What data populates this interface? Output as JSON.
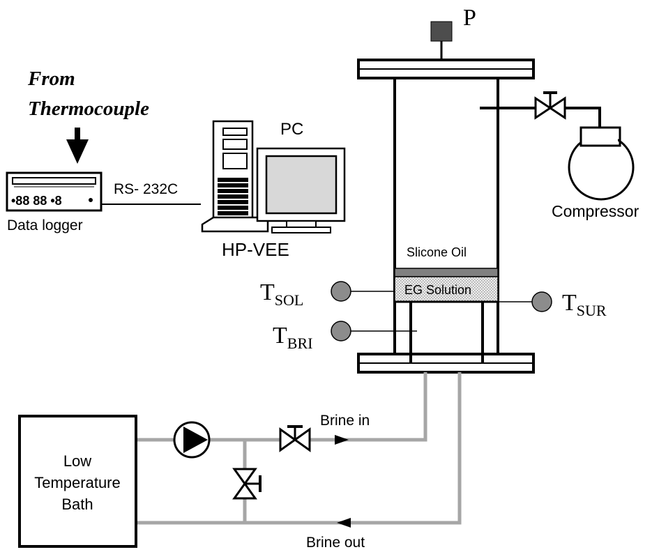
{
  "labels": {
    "pressure": "P",
    "from_line1": "From",
    "from_line2": "Thermocouple",
    "pc": "PC",
    "rs232": "RS- 232C",
    "data_logger": "Data logger",
    "hp_vee": "HP-VEE",
    "compressor": "Compressor",
    "silicone_oil": "Slicone Oil",
    "eg_solution": "EG Solution",
    "t_sol_main": "T",
    "t_sol_sub": "SOL",
    "t_sur_main": "T",
    "t_sur_sub": "SUR",
    "t_bri_main": "T",
    "t_bri_sub": "BRI",
    "brine_in": "Brine in",
    "brine_out": "Brine out",
    "bath_line1": "Low",
    "bath_line2": "Temperature",
    "bath_line3": "Bath"
  },
  "colors": {
    "line": "#000000",
    "pipe": "#a6a6a6",
    "sensor": "#8c8c8c",
    "gauge": "#4d4d4d",
    "oil_band": "#808080",
    "eg_fill": "#e0e0e0"
  }
}
